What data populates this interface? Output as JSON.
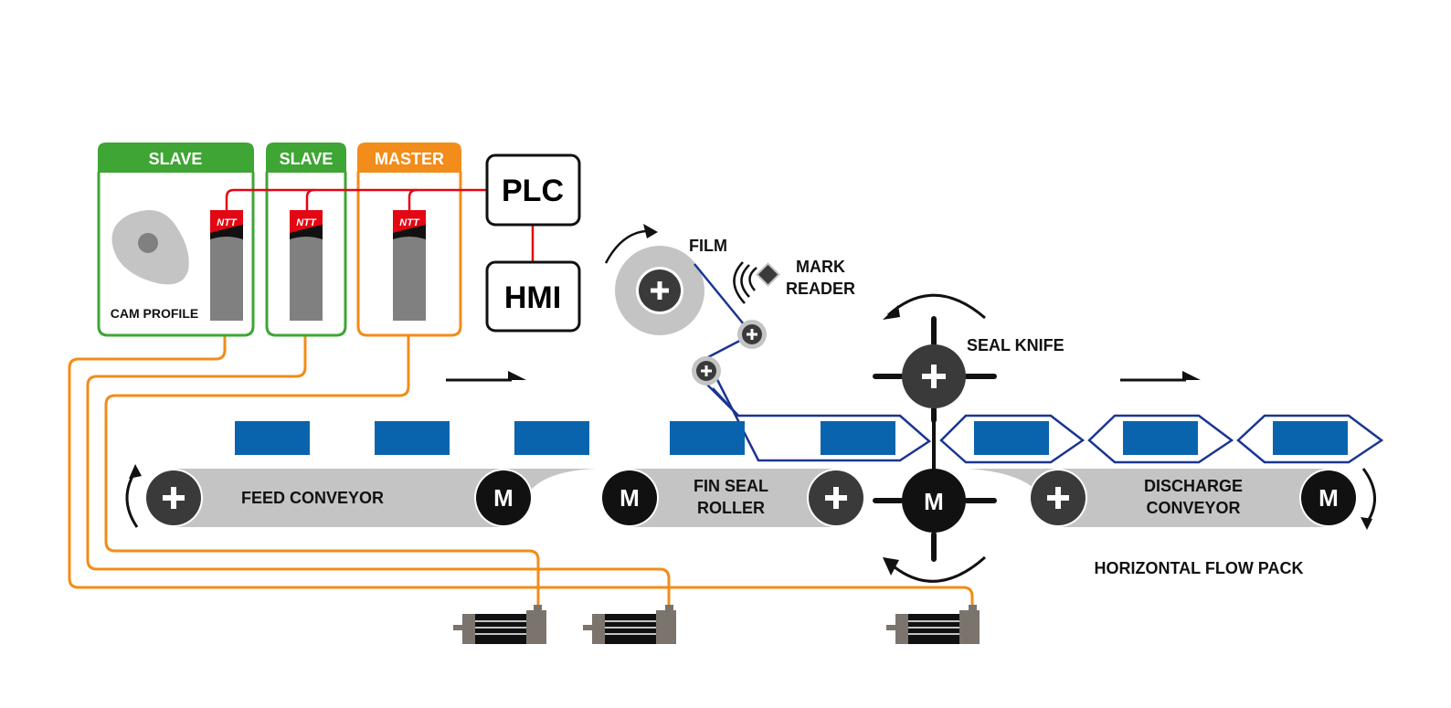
{
  "drives": {
    "slave1_label": "SLAVE",
    "slave2_label": "SLAVE",
    "master_label": "MASTER",
    "cam_profile_label": "CAM PROFILE",
    "drive_brand": "NTT"
  },
  "control": {
    "plc_label": "PLC",
    "hmi_label": "HMI"
  },
  "machine": {
    "film_label": "FILM",
    "mark_reader_line1": "MARK",
    "mark_reader_line2": "READER",
    "seal_knife_label": "SEAL KNIFE",
    "feed_conveyor_label": "FEED CONVEYOR",
    "fin_seal_line1": "FIN SEAL",
    "fin_seal_line2": "ROLLER",
    "discharge_line1": "DISCHARGE",
    "discharge_line2": "CONVEYOR",
    "motor_letter": "M",
    "machine_title": "HORIZONTAL FLOW PACK"
  },
  "colors": {
    "slave_green": "#3fa535",
    "master_orange": "#f28c1a",
    "signal_red": "#e30613",
    "film_blue": "#1a3591",
    "product_blue": "#0a64ad",
    "belt_gray": "#c4c4c4",
    "drive_gray": "#808080",
    "motor_black": "#111111",
    "idler_dark": "#3a3a3a"
  }
}
